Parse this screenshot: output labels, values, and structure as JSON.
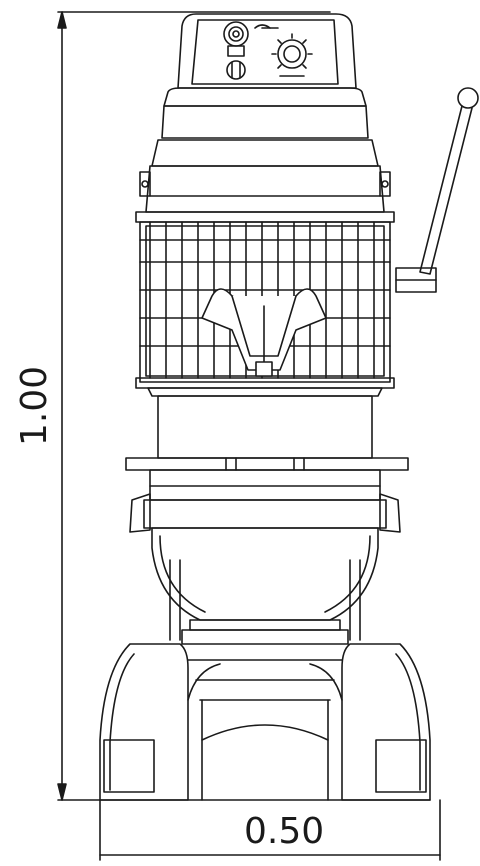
{
  "dimensions": {
    "height_label": "1.00",
    "width_label": "0.50"
  },
  "colors": {
    "line": "#1a1a1a",
    "fill": "#ffffff"
  },
  "drawing": {
    "subject": "planetary-mixer-front-view"
  }
}
